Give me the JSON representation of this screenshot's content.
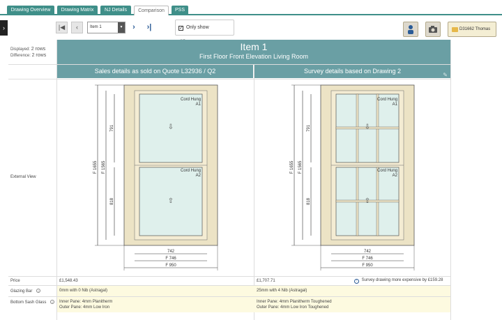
{
  "tabs": [
    {
      "label": "Drawing Overview",
      "active": false
    },
    {
      "label": "Drawing Matrix",
      "active": false
    },
    {
      "label": "NJ Details",
      "active": false
    },
    {
      "label": "Comparison",
      "active": true
    },
    {
      "label": "PSS",
      "active": false
    }
  ],
  "toolbar": {
    "item_select_value": "Item 1",
    "show_diff_label": "Only show differences",
    "show_diff_checked": true,
    "user_label": "D31662 Thomas"
  },
  "meta": {
    "displayed_label": "Displayed:",
    "displayed_value": "2 rows",
    "difference_label": "Difference:",
    "difference_value": "2 rows"
  },
  "item": {
    "title": "Item 1",
    "subtitle": "First Floor Front Elevation Living Room"
  },
  "columns": {
    "sales_header": "Sales details as sold on Quote L32936 / Q2",
    "survey_header": "Survey details based on Drawing 2"
  },
  "rows": {
    "external_view": "External View",
    "price": "Price",
    "glazing_bar": "Glazing Bar",
    "bottom_sash_glass": "Bottom Sash Glass"
  },
  "sales": {
    "price": "£1,548.43",
    "glazing_bar": "0mm with 0 Nib (Astragal)",
    "inner_pane": "Inner Pane: 4mm Planitherm",
    "outer_pane": "Outer Pane: 4mm Low Iron"
  },
  "survey": {
    "price": "£1,707.71",
    "price_note": "Survey drawing more expensive by £159.28",
    "glazing_bar": "25mm with 4 Nib (Astragal)",
    "inner_pane": "Inner Pane: 4mm Planitherm Toughened",
    "outer_pane": "Outer Pane: 4mm Low Iron Toughened"
  },
  "drawing": {
    "sash_label": "Cord Hung",
    "top_sash": "A1",
    "bottom_sash": "A2",
    "dim_width_inner": "742",
    "dim_width_frame": "F 746",
    "dim_width_overall": "F 950",
    "dim_height_overall": "F 1655",
    "dim_height_frame": "F 1565",
    "dim_top": "791",
    "dim_bottom": "818"
  },
  "colors": {
    "teal": "#3f8f89",
    "header": "#6a9fa4",
    "frame": "#ece3c5",
    "glass": "#dff0ec",
    "highlight": "#fdfae0"
  }
}
